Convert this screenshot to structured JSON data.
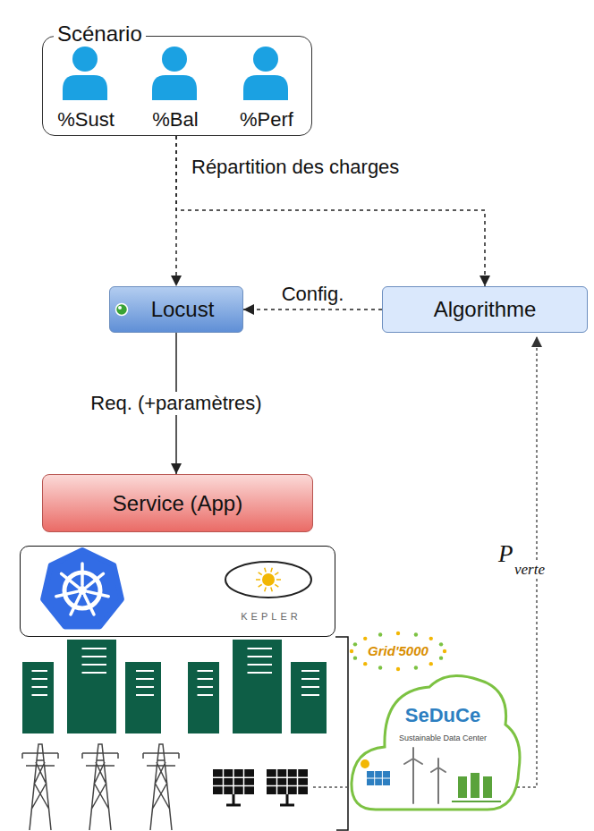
{
  "diagram": {
    "nodes": [
      {
        "text": [
          "Scénario",
          "%Sust",
          "%Bal",
          "%Perf"
        ]
      },
      {
        "text": [
          "Locust"
        ]
      },
      {
        "text": [
          "Algorithme"
        ]
      },
      {
        "text": [
          "Service (App)"
        ]
      },
      {
        "text": [
          "KEPLER"
        ]
      }
    ],
    "edges": [
      {
        "from": 0,
        "to": 1,
        "arrow": "to",
        "label": "Répartition des charges"
      },
      {
        "from": 0,
        "to": 2,
        "arrow": "to"
      },
      {
        "from": 2,
        "to": 1,
        "arrow": "to",
        "label": "Config."
      },
      {
        "from": 1,
        "to": 3,
        "arrow": "to",
        "label": "Req. (+paramètres)"
      }
    ],
    "labels": [
      "Grid'5000",
      "SeDuCe",
      "Sustainable Data Center",
      "P",
      "verte"
    ]
  }
}
